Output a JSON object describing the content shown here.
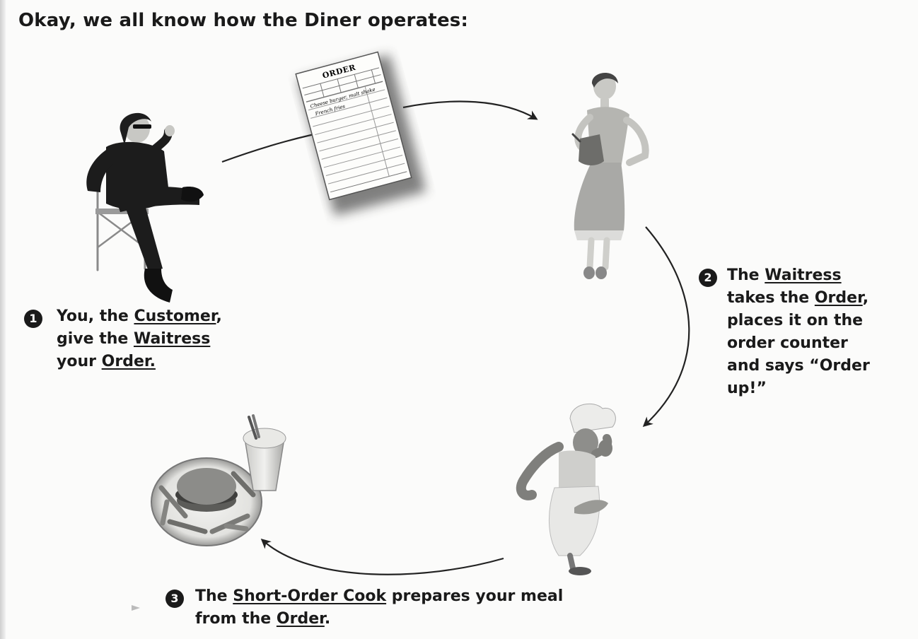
{
  "heading": "Okay, we all know how the Diner operates:",
  "order_ticket": {
    "title": "ORDER",
    "line_1": "Cheese burger, malt shake",
    "line_2": "French fries"
  },
  "steps": [
    {
      "number": "1",
      "lines": [
        [
          {
            "text": "You, the "
          },
          {
            "text": "Customer",
            "underline": true
          },
          {
            "text": ","
          }
        ],
        [
          {
            "text": "give the "
          },
          {
            "text": "Waitress",
            "underline": true
          }
        ],
        [
          {
            "text": "your "
          },
          {
            "text": "Order.",
            "underline": true
          }
        ]
      ]
    },
    {
      "number": "2",
      "lines": [
        [
          {
            "text": "The "
          },
          {
            "text": "Waitress",
            "underline": true
          }
        ],
        [
          {
            "text": "takes the "
          },
          {
            "text": "Order",
            "underline": true
          },
          {
            "text": ","
          }
        ],
        [
          {
            "text": "places it on the"
          }
        ],
        [
          {
            "text": "order counter"
          }
        ],
        [
          {
            "text": "and says “Order"
          }
        ],
        [
          {
            "text": "up!”"
          }
        ]
      ]
    },
    {
      "number": "3",
      "lines": [
        [
          {
            "text": "The "
          },
          {
            "text": "Short-Order Cook",
            "underline": true
          },
          {
            "text": " prepares your meal"
          }
        ],
        [
          {
            "text": "from the "
          },
          {
            "text": "Order",
            "underline": true
          },
          {
            "text": "."
          }
        ]
      ]
    }
  ]
}
